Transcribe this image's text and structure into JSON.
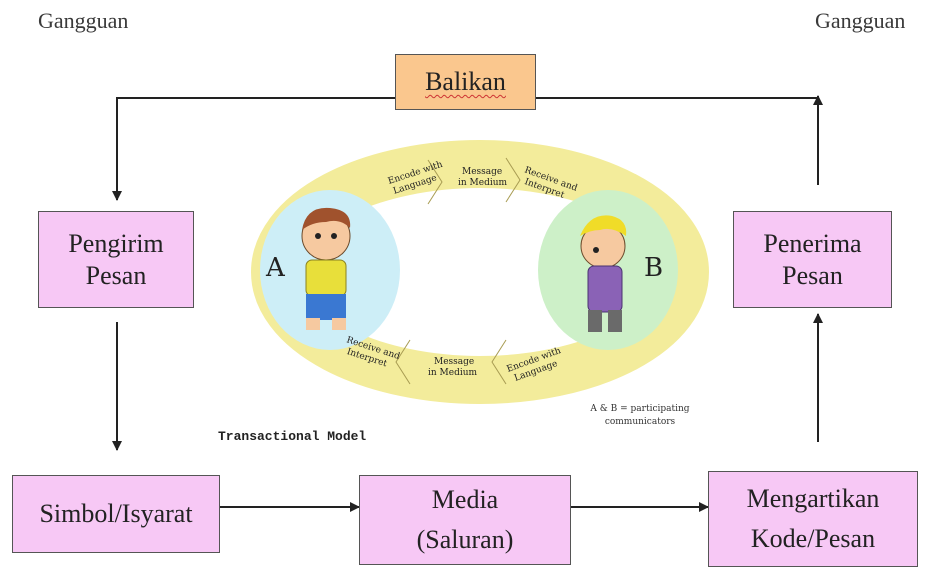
{
  "corners": {
    "left": "Gangguan",
    "right": "Gangguan"
  },
  "boxes": {
    "balikan": "Balikan",
    "pengirim": [
      "Pengirim",
      "Pesan"
    ],
    "penerima": [
      "Penerima",
      "Pesan"
    ],
    "simbol": "Simbol/Isyarat",
    "media": [
      "Media",
      "(Saluran)"
    ],
    "mengartikan": [
      "Mengartikan",
      "Kode/Pesan"
    ]
  },
  "transactional": {
    "caption": "Transactional Model",
    "person_a": "A",
    "person_b": "B",
    "top_steps": [
      [
        "Encode with",
        "Language"
      ],
      [
        "Message",
        "in Medium"
      ],
      [
        "Receive and",
        "Interpret"
      ]
    ],
    "bottom_steps": [
      [
        "Receive and",
        "Interpret"
      ],
      [
        "Message",
        "in Medium"
      ],
      [
        "Encode with",
        "Language"
      ]
    ],
    "note": [
      "A & B = participating",
      "communicators"
    ]
  },
  "colors": {
    "box_pink": "#f7c8f5",
    "box_peach": "#fac78e",
    "ring": "#f3ec9b",
    "person_a_circle": "#cdeef7",
    "person_b_circle": "#cdf0c8"
  }
}
